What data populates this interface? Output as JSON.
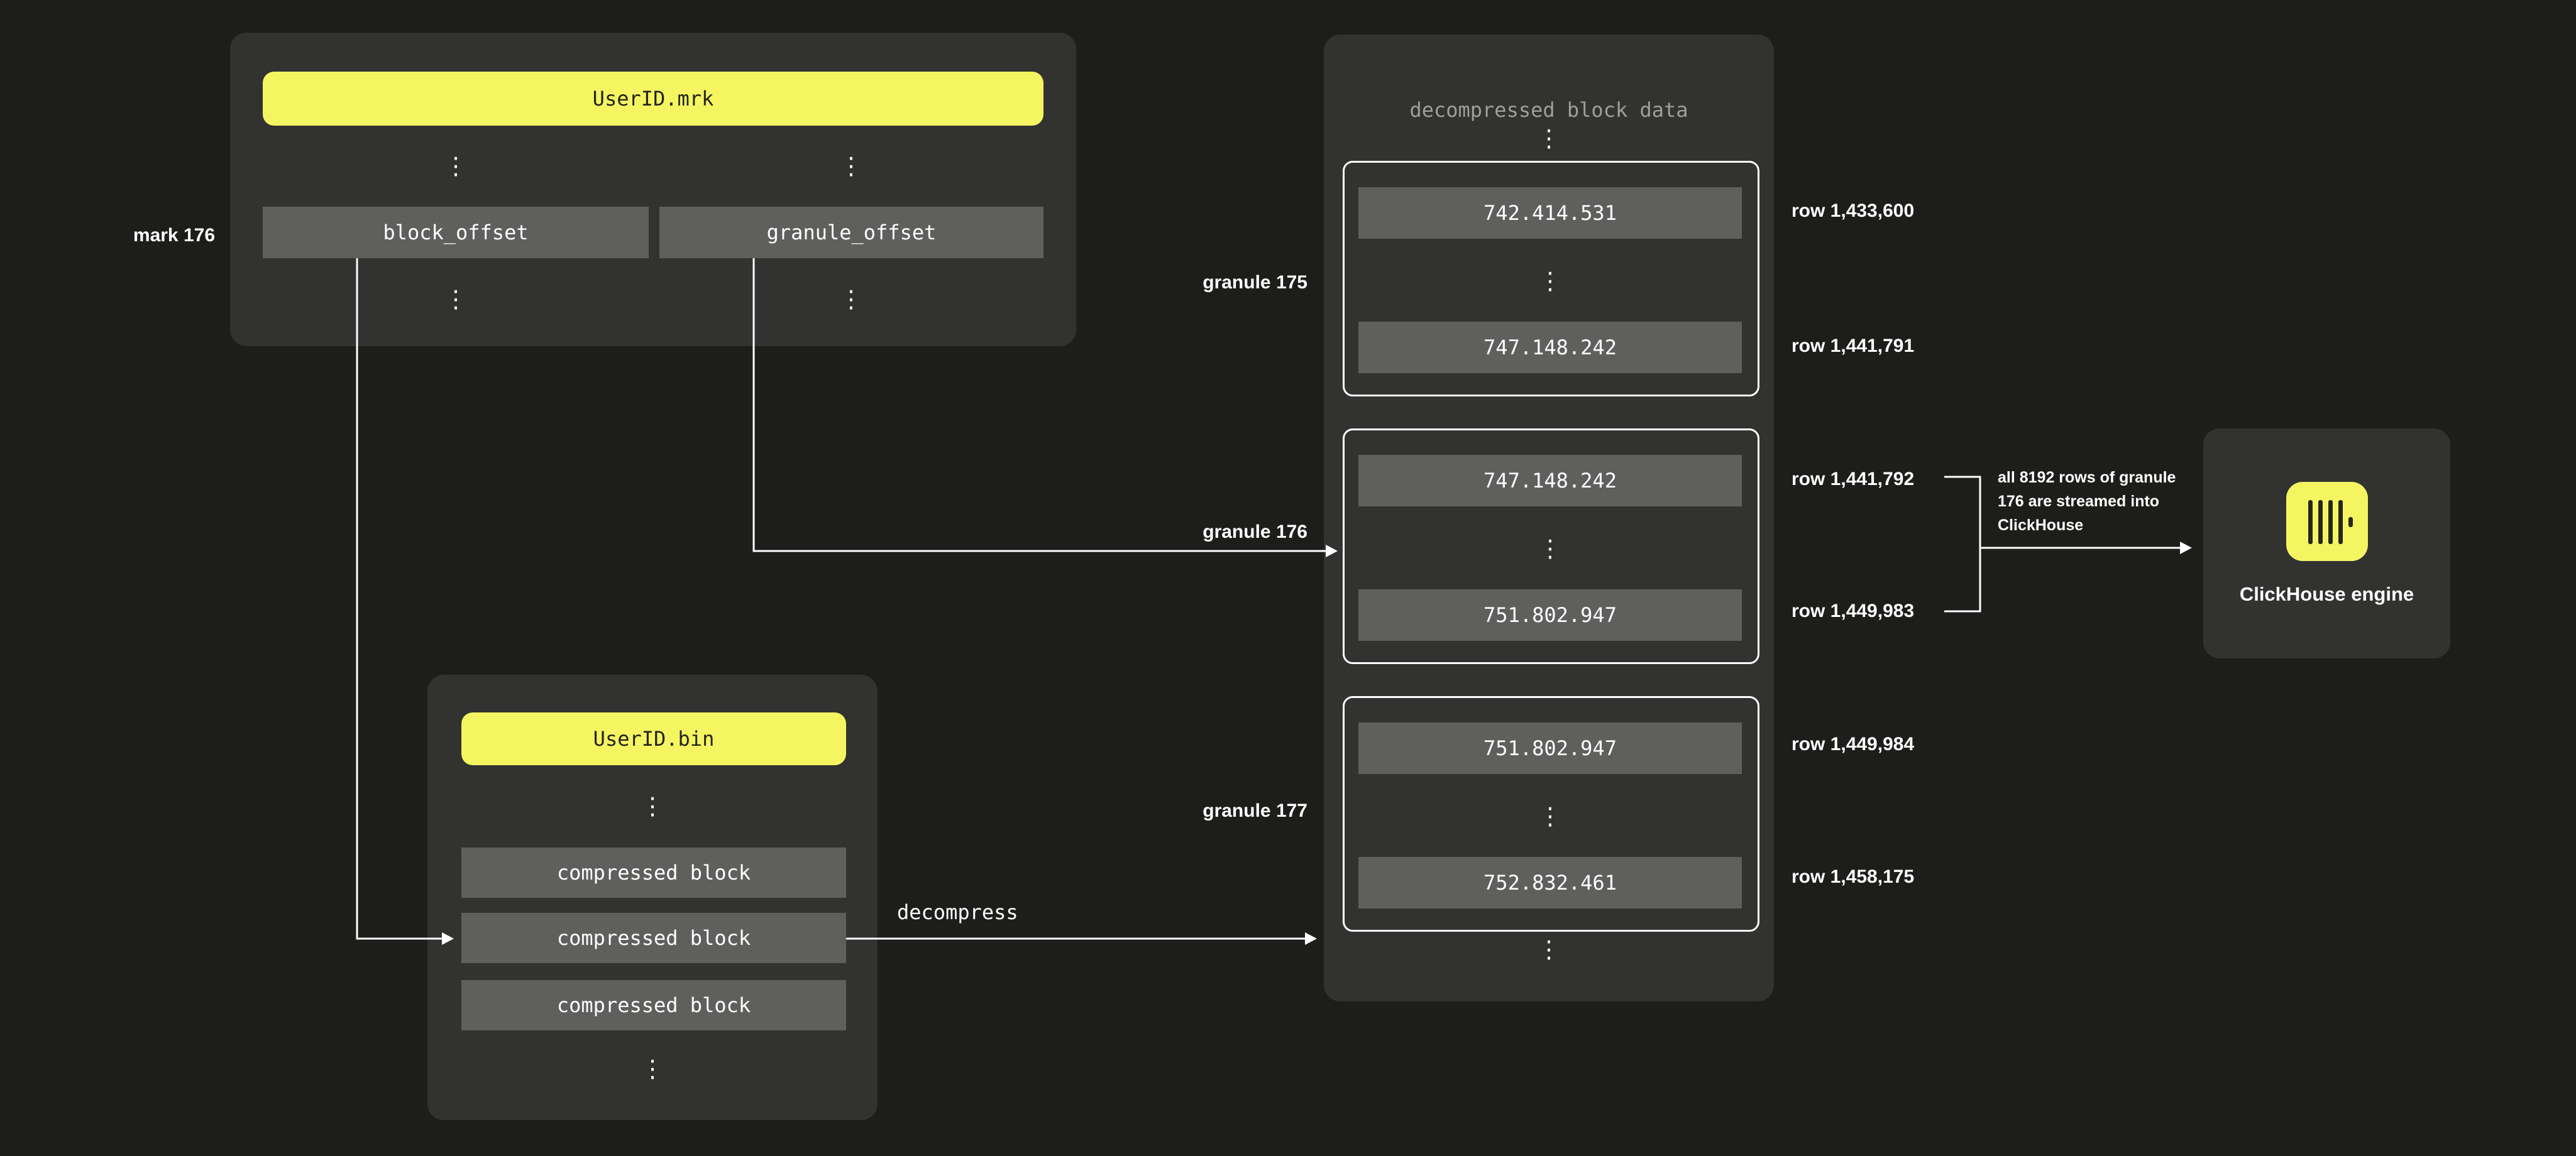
{
  "mark_label": "mark 176",
  "mrk_file": {
    "title": "UserID.mrk",
    "field_1": "block_offset",
    "field_2": "granule_offset"
  },
  "bin_file": {
    "title": "UserID.bin",
    "block_1": "compressed block",
    "block_2": "compressed block",
    "block_3": "compressed block"
  },
  "decompress_label": "decompress",
  "decompressed_title": "decompressed block data",
  "granules": [
    {
      "label": "granule 175",
      "top_value": "742.414.531",
      "bottom_value": "747.148.242",
      "top_row": "row 1,433,600",
      "bottom_row": "row 1,441,791"
    },
    {
      "label": "granule 176",
      "top_value": "747.148.242",
      "bottom_value": "751.802.947",
      "top_row": "row 1,441,792",
      "bottom_row": "row 1,449,983"
    },
    {
      "label": "granule 177",
      "top_value": "751.802.947",
      "bottom_value": "752.832.461",
      "top_row": "row 1,449,984",
      "bottom_row": "row 1,458,175"
    }
  ],
  "annotation_lines": [
    "all 8192 rows of granule",
    "176 are streamed into",
    "ClickHouse"
  ],
  "engine_label": "ClickHouse engine",
  "symbols": {
    "vellipsis": "⋮"
  },
  "colors": {
    "background": "#1d1d1b",
    "panel": "#323231",
    "box": "#5f5f5e",
    "yellow": "#f5f562",
    "muted_text": "#9e9e9c",
    "arrow": "#ffffff"
  }
}
